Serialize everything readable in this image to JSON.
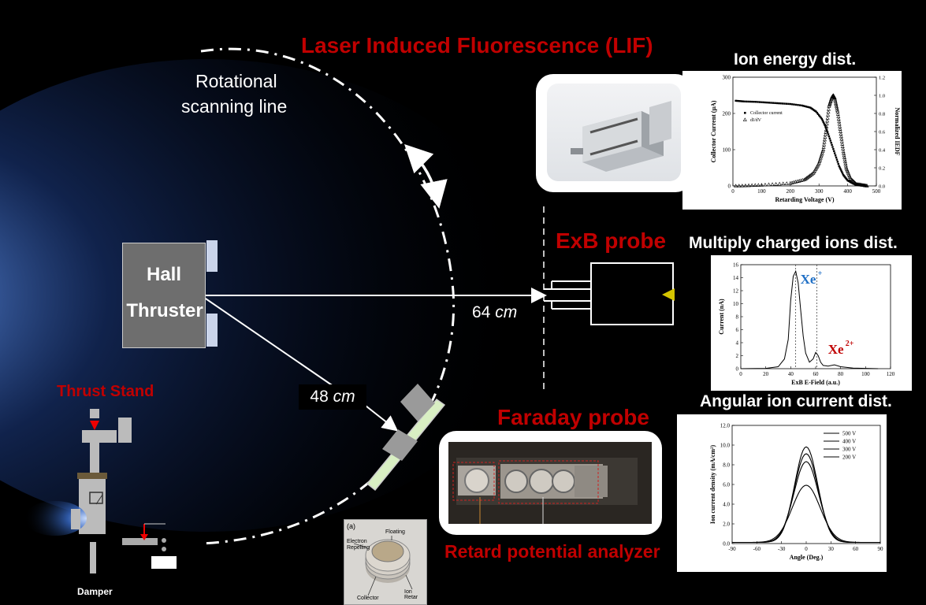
{
  "titles": {
    "lif": "Laser Induced Fluorescence (LIF)",
    "exb": "ExB probe",
    "faraday": "Faraday probe",
    "rpa": "Retard potential analyzer",
    "thrust_stand": "Thrust Stand",
    "ion_energy": "Ion energy dist.",
    "multiply": "Multiply charged ions dist.",
    "angular": "Angular ion current dist."
  },
  "labels": {
    "rotational_line1": "Rotational",
    "rotational_line2": "scanning line",
    "hall_line1": "Hall",
    "hall_line2": "Thruster",
    "dist64_num": "64",
    "dist64_unit": "cm",
    "dist48_num": "48",
    "dist48_unit": "cm",
    "damper": "Damper",
    "inset_a": "(a)",
    "inset_floating": "Floating",
    "inset_electron": "Electron",
    "inset_repelling": "Repelling",
    "inset_collector": "Collector",
    "inset_ion_retard": "Ion Retar"
  },
  "colors": {
    "accent_red": "#c00000",
    "xe_plus_blue": "#1f6fc5",
    "xe2_red": "#c00000",
    "plume_blue": "#3a6fd0"
  },
  "chart_data": [
    {
      "type": "scatter",
      "xlabel": "Retarding Voltage (V)",
      "ylabel": "Collector Current (μA)",
      "ylabel2": "Normalized IEDF",
      "xlim": [
        0,
        500
      ],
      "ylim": [
        0,
        300
      ],
      "ylim2": [
        0,
        1.2
      ],
      "xticks": [
        "0",
        "100",
        "200",
        "300",
        "400",
        "500"
      ],
      "yticks": [
        "0",
        "100",
        "200",
        "300"
      ],
      "yticks2": [
        "0.0",
        "0.2",
        "0.4",
        "0.6",
        "0.8",
        "1.0",
        "1.2"
      ],
      "series": [
        {
          "name": "Collector current",
          "marker": "square",
          "x": [
            10,
            40,
            80,
            120,
            160,
            200,
            240,
            270,
            290,
            310,
            325,
            340,
            355,
            370,
            385,
            400,
            420,
            440,
            460
          ],
          "y": [
            235,
            233,
            232,
            230,
            228,
            226,
            222,
            216,
            205,
            185,
            160,
            125,
            90,
            55,
            30,
            15,
            6,
            2,
            1
          ]
        },
        {
          "name": "dI/dV",
          "marker": "triangle",
          "x": [
            10,
            100,
            200,
            250,
            280,
            300,
            315,
            325,
            335,
            345,
            350,
            355,
            365,
            375,
            385,
            395,
            410,
            430,
            450,
            470
          ],
          "y": [
            0.0,
            0.01,
            0.03,
            0.07,
            0.14,
            0.25,
            0.4,
            0.62,
            0.88,
            0.98,
            1.0,
            0.97,
            0.82,
            0.6,
            0.38,
            0.2,
            0.08,
            0.02,
            0.01,
            0.0
          ]
        }
      ]
    },
    {
      "type": "line",
      "xlabel": "ExB E-Field (a.u.)",
      "ylabel": "Current (nA)",
      "xlim": [
        0,
        120
      ],
      "ylim": [
        0,
        16
      ],
      "xticks": [
        "0",
        "20",
        "40",
        "60",
        "80",
        "100",
        "120"
      ],
      "yticks": [
        "0",
        "2",
        "4",
        "6",
        "8",
        "10",
        "12",
        "14",
        "16"
      ],
      "annotations": [
        {
          "text": "Xe",
          "sup": "+",
          "x": 44,
          "color": "#1f6fc5"
        },
        {
          "text": "Xe",
          "sup": "2+",
          "x": 75,
          "color": "#c00000"
        }
      ],
      "vlines": [
        44,
        61
      ],
      "series": [
        {
          "x": [
            0,
            20,
            30,
            35,
            38,
            40,
            42,
            44,
            46,
            48,
            50,
            52,
            55,
            58,
            60,
            62,
            64,
            66,
            70,
            75,
            80,
            90,
            110
          ],
          "y": [
            0.0,
            0.05,
            0.3,
            1.5,
            4.5,
            10.5,
            14.2,
            15.0,
            13.2,
            9.0,
            5.0,
            2.4,
            1.0,
            1.5,
            2.5,
            2.0,
            1.0,
            0.5,
            0.4,
            0.6,
            0.3,
            0.1,
            0.0
          ]
        }
      ]
    },
    {
      "type": "line",
      "xlabel": "Angle (Deg.)",
      "ylabel": "Ion current density (mA/cm²)",
      "xlim": [
        -90,
        90
      ],
      "ylim": [
        0,
        12
      ],
      "xticks": [
        "-90",
        "-60",
        "-30",
        "0",
        "30",
        "60",
        "90"
      ],
      "yticks": [
        "0.0",
        "2.0",
        "4.0",
        "6.0",
        "8.0",
        "10.0",
        "12.0"
      ],
      "legend_placement": "top-right",
      "series": [
        {
          "name": "500 V",
          "peak": 9.7,
          "width": 14
        },
        {
          "name": "400 V",
          "peak": 9.0,
          "width": 14.5
        },
        {
          "name": "300 V",
          "peak": 8.2,
          "width": 15
        },
        {
          "name": "200 V",
          "peak": 5.8,
          "width": 17
        }
      ]
    }
  ]
}
